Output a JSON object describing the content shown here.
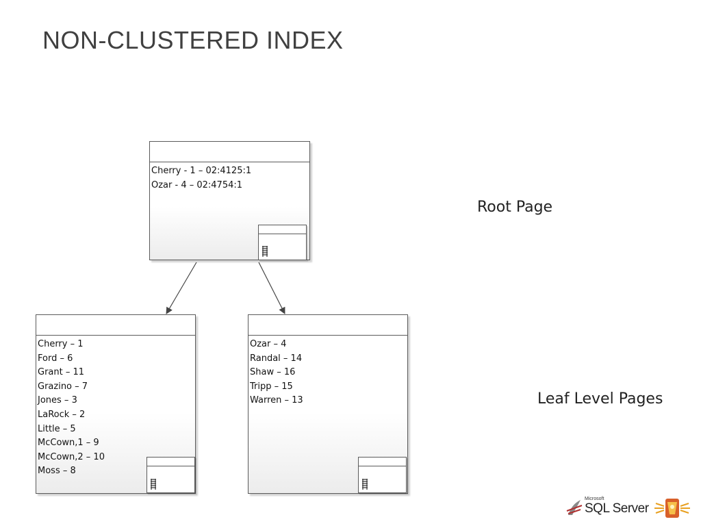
{
  "slide": {
    "title": "NON-CLUSTERED INDEX"
  },
  "root_page": {
    "rows": [
      "Cherry - 1 – 02:4125:1",
      "Ozar - 4 – 02:4754:1"
    ],
    "label": "Root Page"
  },
  "leaf_left": {
    "rows": [
      "Cherry – 1",
      "Ford – 6",
      "Grant – 11",
      "Grazino – 7",
      "Jones – 3",
      "LaRock – 2",
      "Little – 5",
      "McCown,1 – 9",
      "McCown,2 – 10",
      "Moss –  8"
    ]
  },
  "leaf_right": {
    "rows": [
      "Ozar – 4",
      "Randal – 14",
      "Shaw – 16",
      "Tripp – 15",
      "Warren – 13"
    ]
  },
  "leaf_label": "Leaf Level Pages",
  "logo": {
    "microsoft": "Microsoft",
    "product": "SQL Server"
  },
  "colors": {
    "border": "#5a5a5a",
    "title": "#404040",
    "arrow": "#444444"
  }
}
